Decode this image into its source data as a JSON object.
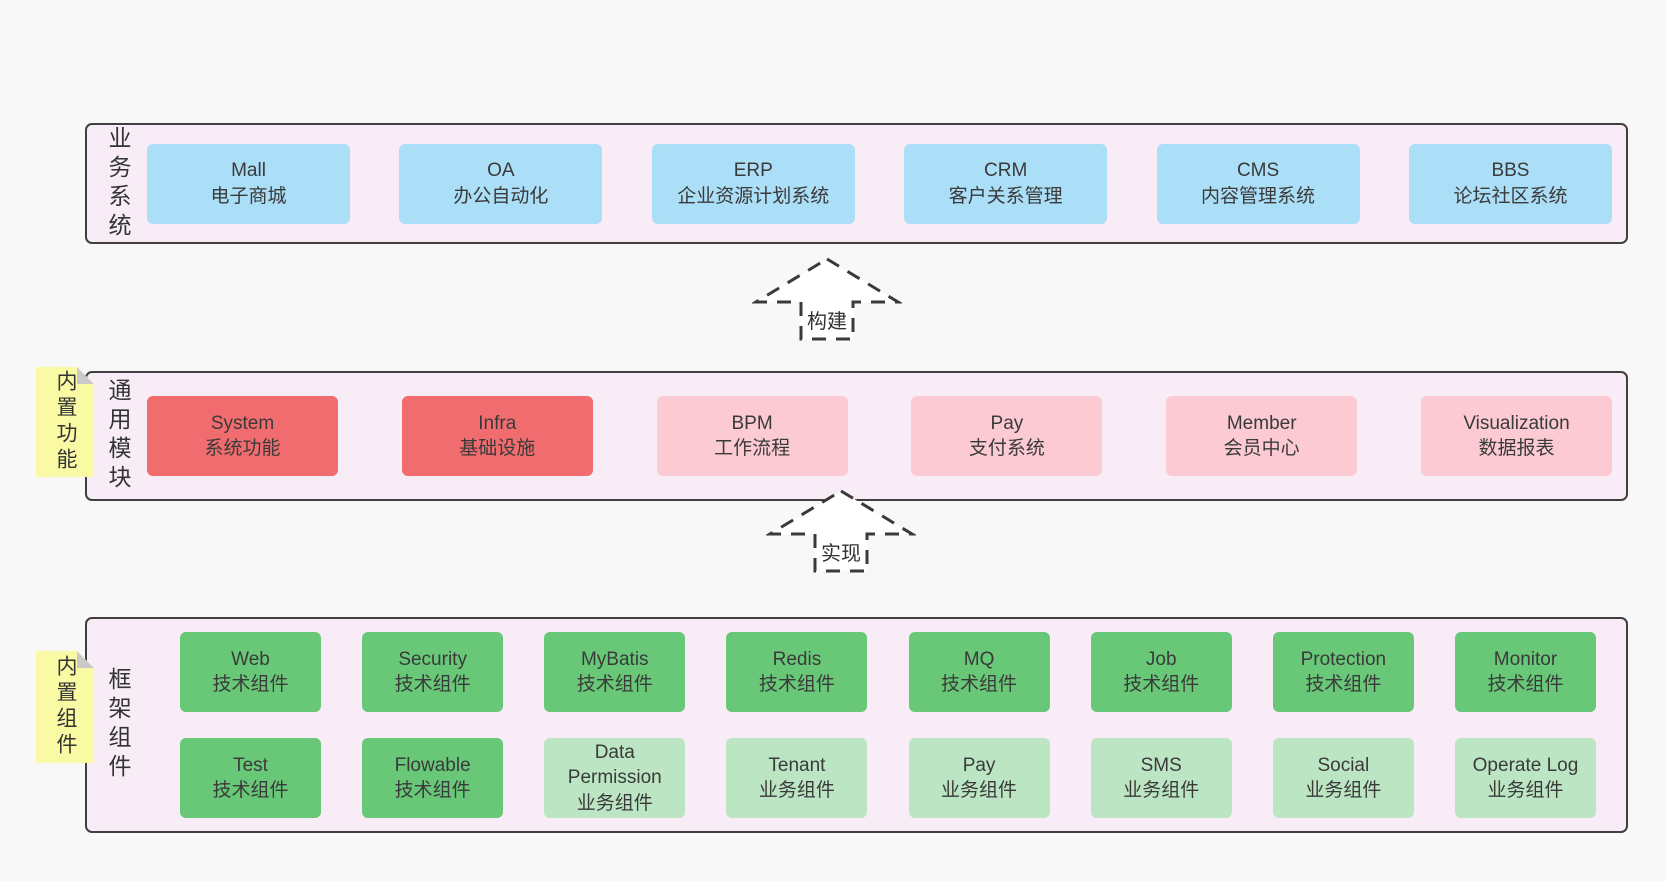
{
  "colors": {
    "containerBg": "#f8edf6",
    "blue": "#abdef7",
    "red": "#f16c6e",
    "pink": "#fbcad3",
    "green": "#68c878",
    "lightgreen": "#bce6c3",
    "note": "#fafaa5"
  },
  "arrows": [
    {
      "label": "构建"
    },
    {
      "label": "实现"
    }
  ],
  "layers": [
    {
      "id": "business",
      "label": "业务系统",
      "boxes": [
        {
          "title": "Mall",
          "subtitle": "电子商城",
          "color": "blue"
        },
        {
          "title": "OA",
          "subtitle": "办公自动化",
          "color": "blue"
        },
        {
          "title": "ERP",
          "subtitle": "企业资源计划系统",
          "color": "blue"
        },
        {
          "title": "CRM",
          "subtitle": "客户关系管理",
          "color": "blue"
        },
        {
          "title": "CMS",
          "subtitle": "内容管理系统",
          "color": "blue"
        },
        {
          "title": "BBS",
          "subtitle": "论坛社区系统",
          "color": "blue"
        }
      ]
    },
    {
      "id": "modules",
      "label": "通用模块",
      "note": "内置功能",
      "boxes": [
        {
          "title": "System",
          "subtitle": "系统功能",
          "color": "red"
        },
        {
          "title": "Infra",
          "subtitle": "基础设施",
          "color": "red"
        },
        {
          "title": "BPM",
          "subtitle": "工作流程",
          "color": "pink"
        },
        {
          "title": "Pay",
          "subtitle": "支付系统",
          "color": "pink"
        },
        {
          "title": "Member",
          "subtitle": "会员中心",
          "color": "pink"
        },
        {
          "title": "Visualization",
          "subtitle": "数据报表",
          "color": "pink"
        }
      ]
    },
    {
      "id": "components",
      "label": "框架组件",
      "note": "内置组件",
      "rows": [
        [
          {
            "title": "Web",
            "subtitle": "技术组件",
            "color": "green"
          },
          {
            "title": "Security",
            "subtitle": "技术组件",
            "color": "green"
          },
          {
            "title": "MyBatis",
            "subtitle": "技术组件",
            "color": "green"
          },
          {
            "title": "Redis",
            "subtitle": "技术组件",
            "color": "green"
          },
          {
            "title": "MQ",
            "subtitle": "技术组件",
            "color": "green"
          },
          {
            "title": "Job",
            "subtitle": "技术组件",
            "color": "green"
          },
          {
            "title": "Protection",
            "subtitle": "技术组件",
            "color": "green"
          },
          {
            "title": "Monitor",
            "subtitle": "技术组件",
            "color": "green"
          }
        ],
        [
          {
            "title": "Test",
            "subtitle": "技术组件",
            "color": "green"
          },
          {
            "title": "Flowable",
            "subtitle": "技术组件",
            "color": "green"
          },
          {
            "title": "Data Permission",
            "subtitle": "业务组件",
            "color": "lightgreen"
          },
          {
            "title": "Tenant",
            "subtitle": "业务组件",
            "color": "lightgreen"
          },
          {
            "title": "Pay",
            "subtitle": "业务组件",
            "color": "lightgreen"
          },
          {
            "title": "SMS",
            "subtitle": "业务组件",
            "color": "lightgreen"
          },
          {
            "title": "Social",
            "subtitle": "业务组件",
            "color": "lightgreen"
          },
          {
            "title": "Operate Log",
            "subtitle": "业务组件",
            "color": "lightgreen"
          }
        ]
      ]
    }
  ]
}
